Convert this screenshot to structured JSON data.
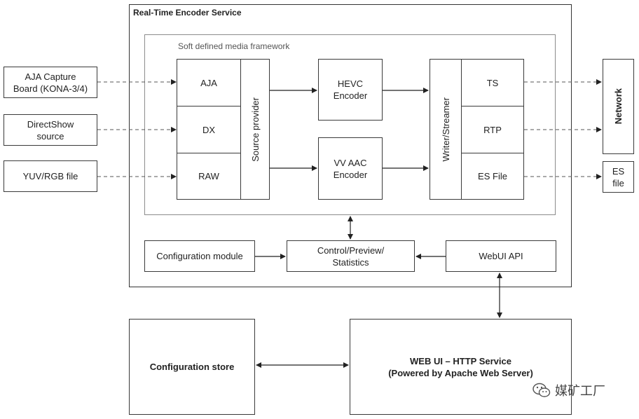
{
  "service": {
    "title": "Real-Time Encoder Service",
    "framework_label": "Soft defined media framework"
  },
  "inputs": {
    "aja_line1": "AJA Capture",
    "aja_line2": "Board (KONA-3/4)",
    "directshow_line1": "DirectShow",
    "directshow_line2": "source",
    "yuv": "YUV/RGB file"
  },
  "sources": {
    "aja": "AJA",
    "dx": "DX",
    "raw": "RAW",
    "provider": "Source provider"
  },
  "encoders": {
    "hevc_line1": "HEVC",
    "hevc_line2": "Encoder",
    "aac_line1": "VV AAC",
    "aac_line2": "Encoder"
  },
  "writer": {
    "label": "Writer/Streamer",
    "ts": "TS",
    "rtp": "RTP",
    "esfile": "ES File"
  },
  "outputs": {
    "network": "Network",
    "es_line1": "ES",
    "es_line2": "file"
  },
  "bottom_row": {
    "config_module": "Configuration module",
    "control_line1": "Control/Preview/",
    "control_line2": "Statistics",
    "webui_api": "WebUI API"
  },
  "lower": {
    "config_store": "Configuration store",
    "web_line1": "WEB UI – HTTP Service",
    "web_line2": "(Powered by Apache Web Server)"
  },
  "watermark": {
    "text": "媒矿工厂",
    "icon": "wechat-icon"
  }
}
